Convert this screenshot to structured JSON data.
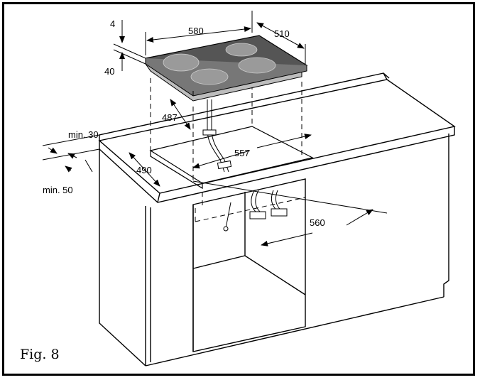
{
  "figure_label": "Fig. 8",
  "dimensions": {
    "hob_width": "580",
    "hob_depth": "510",
    "hob_thickness": "4",
    "hob_height": "40",
    "cutout_depth_487": "487",
    "cutout_depth_490": "490",
    "cutout_width": "557",
    "cabinet_width": "560",
    "min_front": "min. 30",
    "min_side": "min. 50"
  },
  "colors": {
    "line": "#000000",
    "hob_glass": "#555555",
    "hob_zone": "#9a9a9a",
    "hob_base": "#bdbdbd"
  }
}
